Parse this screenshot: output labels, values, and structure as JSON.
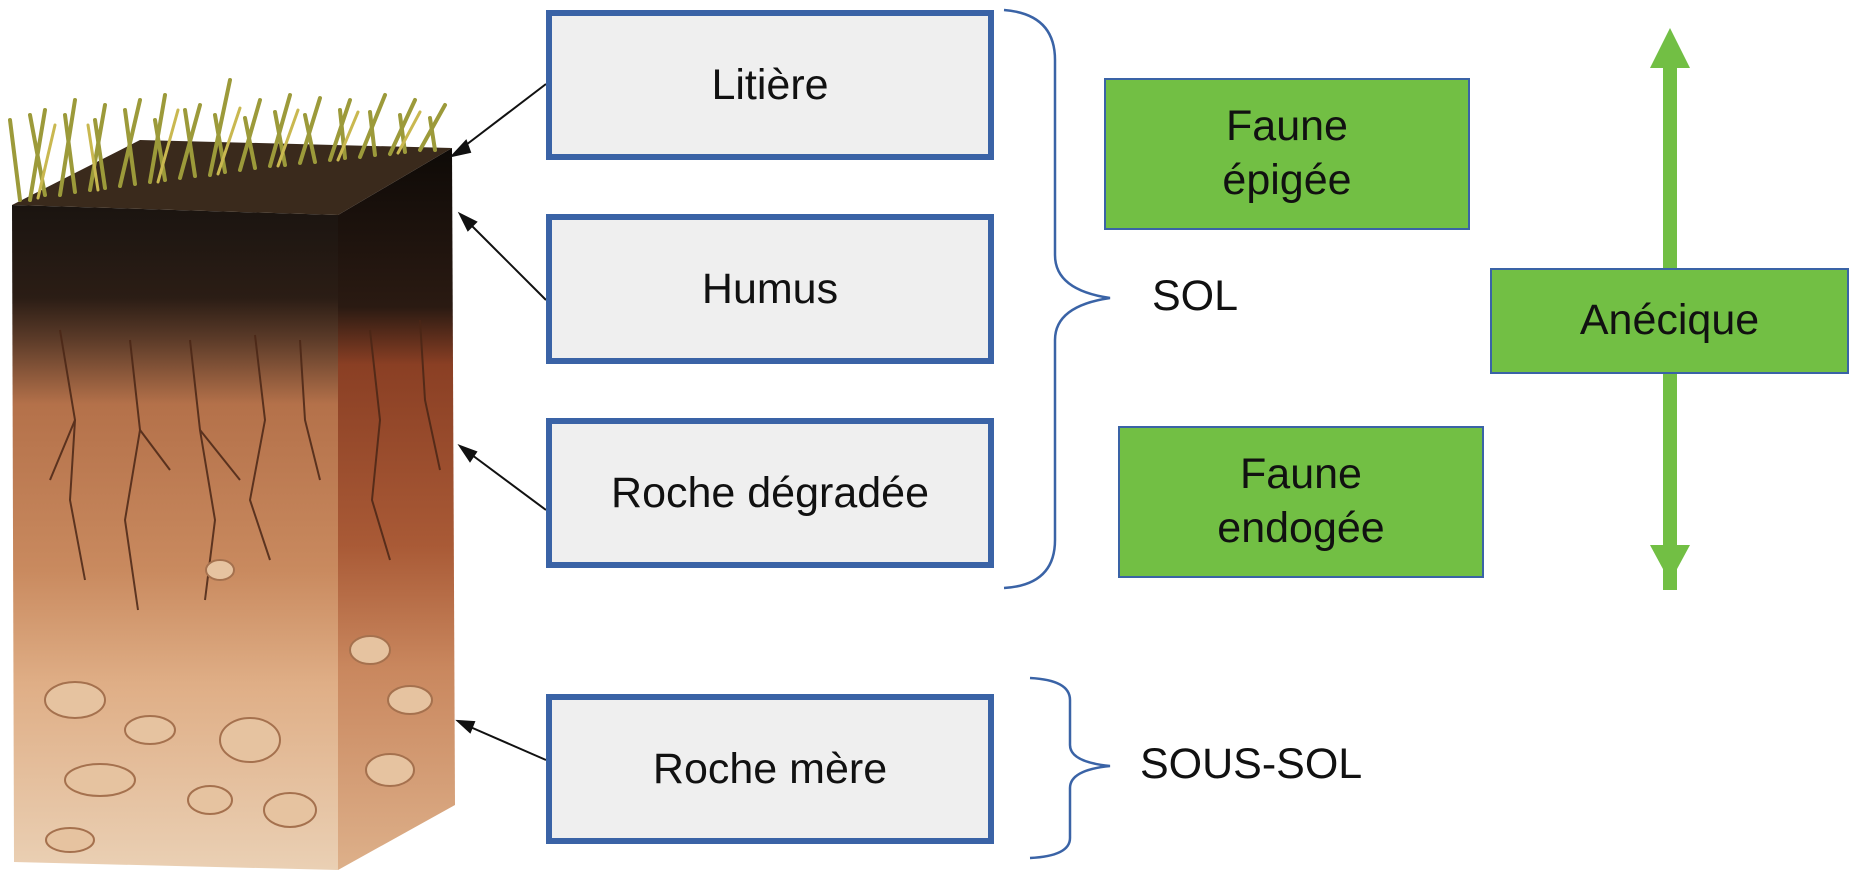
{
  "layers": [
    {
      "id": "litiere",
      "label": "Litière"
    },
    {
      "id": "humus",
      "label": "Humus"
    },
    {
      "id": "roche-degradee",
      "label": "Roche dégradée"
    },
    {
      "id": "roche-mere",
      "label": "Roche mère"
    }
  ],
  "zones": {
    "sol": "SOL",
    "sous_sol": "SOUS-SOL"
  },
  "fauna": {
    "epigee": {
      "line1": "Faune",
      "line2": "épigée"
    },
    "endogee": {
      "line1": "Faune",
      "line2": "endogée"
    },
    "anecique": "Anécique"
  },
  "colors": {
    "box_border": "#3a63a6",
    "box_fill": "#efefef",
    "fauna_fill": "#72bf44",
    "arrow_green": "#72bf44",
    "brace": "#3a63a6"
  }
}
